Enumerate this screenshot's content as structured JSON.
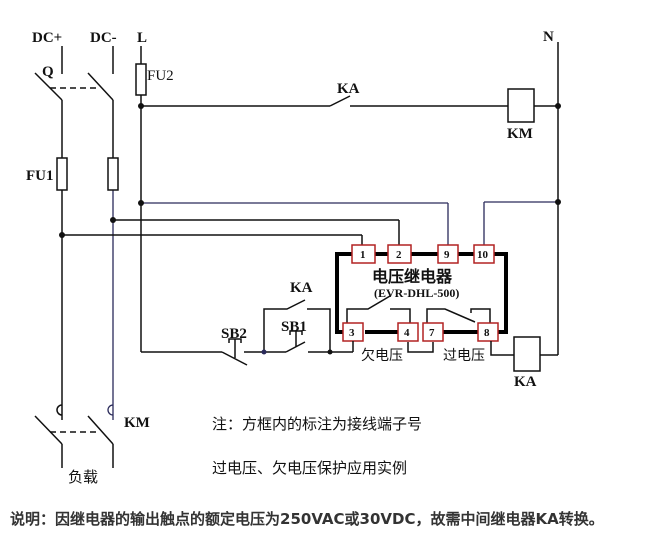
{
  "diagram": {
    "supply_labels": {
      "dc_plus": "DC+",
      "dc_minus": "DC-",
      "line": "L",
      "neutral": "N"
    },
    "components": {
      "breaker": "Q",
      "fuse1": "FU1",
      "fuse2": "FU2",
      "ka_contact_top": "KA",
      "km_coil": "KM",
      "ka_contact_left": "KA",
      "sb1": "SB1",
      "sb2": "SB2",
      "ka_coil": "KA",
      "km_contact": "KM",
      "load": "负载"
    },
    "relay": {
      "name": "电压继电器",
      "model": "(EVR-DHL-500)",
      "terminals": [
        "1",
        "2",
        "9",
        "10",
        "3",
        "4",
        "7",
        "8"
      ],
      "undervoltage_label": "欠电压",
      "overvoltage_label": "过电压"
    },
    "notes": {
      "note1": "注：方框内的标注为接线端子号",
      "note2": "过电压、欠电压保护应用实例"
    }
  },
  "caption": "说明：因继电器的输出触点的额定电压为250VAC或30VDC，故需中间继电器KA转换。"
}
